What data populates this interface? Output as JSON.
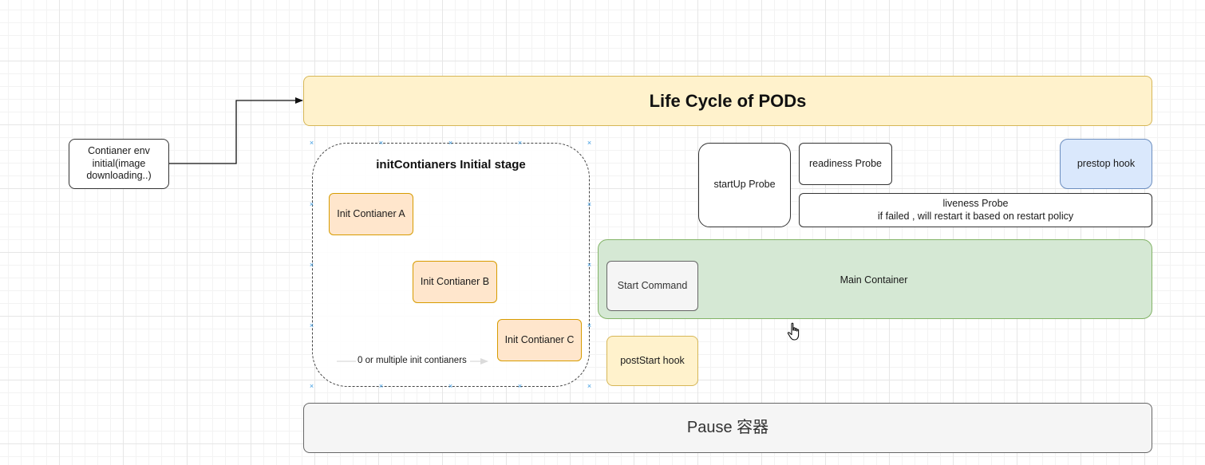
{
  "diagram": {
    "title": "Life Cycle of PODs",
    "env_init": "Contianer env\ninitial(image\ndownloading..)",
    "init_stage": {
      "title": "initContianers Initial stage",
      "containers": [
        "Init Contianer A",
        "Init Contianer B",
        "Init Contianer C"
      ],
      "edge_label": "0 or multiple init contianers"
    },
    "probes": {
      "startup": "startUp Probe",
      "readiness": "readiness Probe",
      "liveness": "liveness Probe\nif failed , will restart it based on restart policy"
    },
    "prestop_hook": "prestop hook",
    "main_container": "Main Container",
    "start_command": "Start Command",
    "poststart_hook": "postStart hook",
    "pause": "Pause 容器"
  },
  "colors": {
    "title_fill": "#fff2cc",
    "title_stroke": "#d6b656",
    "init_fill": "#ffe6cc",
    "init_stroke": "#d79b00",
    "main_fill": "#d5e8d4",
    "main_stroke": "#82b366",
    "prestop_fill": "#dae8fc",
    "prestop_stroke": "#6c8ebf",
    "pause_fill": "#f5f5f5",
    "selection_marker": "#3b9ae1"
  }
}
